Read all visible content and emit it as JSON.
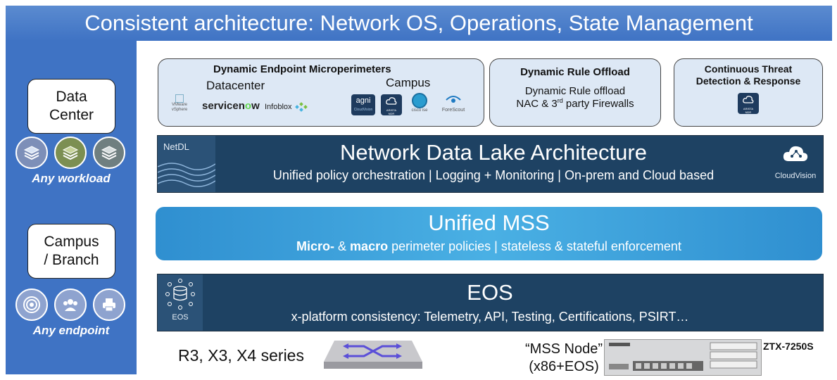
{
  "banner": {
    "title": "Consistent architecture: Network OS, Operations, State Management"
  },
  "left": {
    "dc_label_1": "Data",
    "dc_label_2": "Center",
    "workload": "Any workload",
    "campus_label_1": "Campus",
    "campus_label_2": "/ Branch",
    "endpoint": "Any endpoint"
  },
  "endpoint_box": {
    "title": "Dynamic Endpoint Microperimeters",
    "datacenter": "Datacenter",
    "campus": "Campus",
    "vmware_1": "VMware",
    "vmware_2": "vSphere",
    "servicenow_a": "servicen",
    "servicenow_b": "o",
    "servicenow_c": "w",
    "infoblox": "Infoblox",
    "agni": "agni",
    "agni_sub": "CloudVision",
    "arista_1": "ARISTA",
    "arista_2": "NDR",
    "cisco": "cisco ise",
    "forescout": "ForeScout"
  },
  "rule_box": {
    "title": "Dynamic Rule Offload",
    "line1": "Dynamic Rule offload",
    "line2_a": "NAC & 3",
    "line2_sup": "rd",
    "line2_b": " party Firewalls"
  },
  "threat_box": {
    "title_1": "Continuous Threat",
    "title_2": "Detection & Response",
    "arista_1": "ARISTA",
    "arista_2": "NDR"
  },
  "netdl": {
    "tag": "NetDL",
    "title": "Network Data Lake Architecture",
    "subtitle": "Unified policy orchestration | Logging + Monitoring | On-prem and Cloud based",
    "cloudvision": "CloudVision"
  },
  "mss": {
    "title": "Unified MSS",
    "sub_b1": "Micro-",
    "sub_amp": " & ",
    "sub_b2": "macro",
    "sub_rest": " perimeter policies | stateless & stateful enforcement"
  },
  "eos": {
    "title": "EOS",
    "tag": "EOS",
    "subtitle": "x-platform consistency: Telemetry, API, Testing, Certifications, PSIRT…"
  },
  "bottom": {
    "series": "R3, X3, X4 series",
    "mss_node_1": "“MSS Node”",
    "mss_node_2": "(x86+EOS)",
    "ztx": "ZTX-7250S"
  },
  "colors": {
    "banner": "#4a7bcb",
    "left_column": "#3f73c4",
    "light_box": "#dde8f5",
    "navy_bar": "#1e4263",
    "mss_bar": "#3c9fd8"
  }
}
